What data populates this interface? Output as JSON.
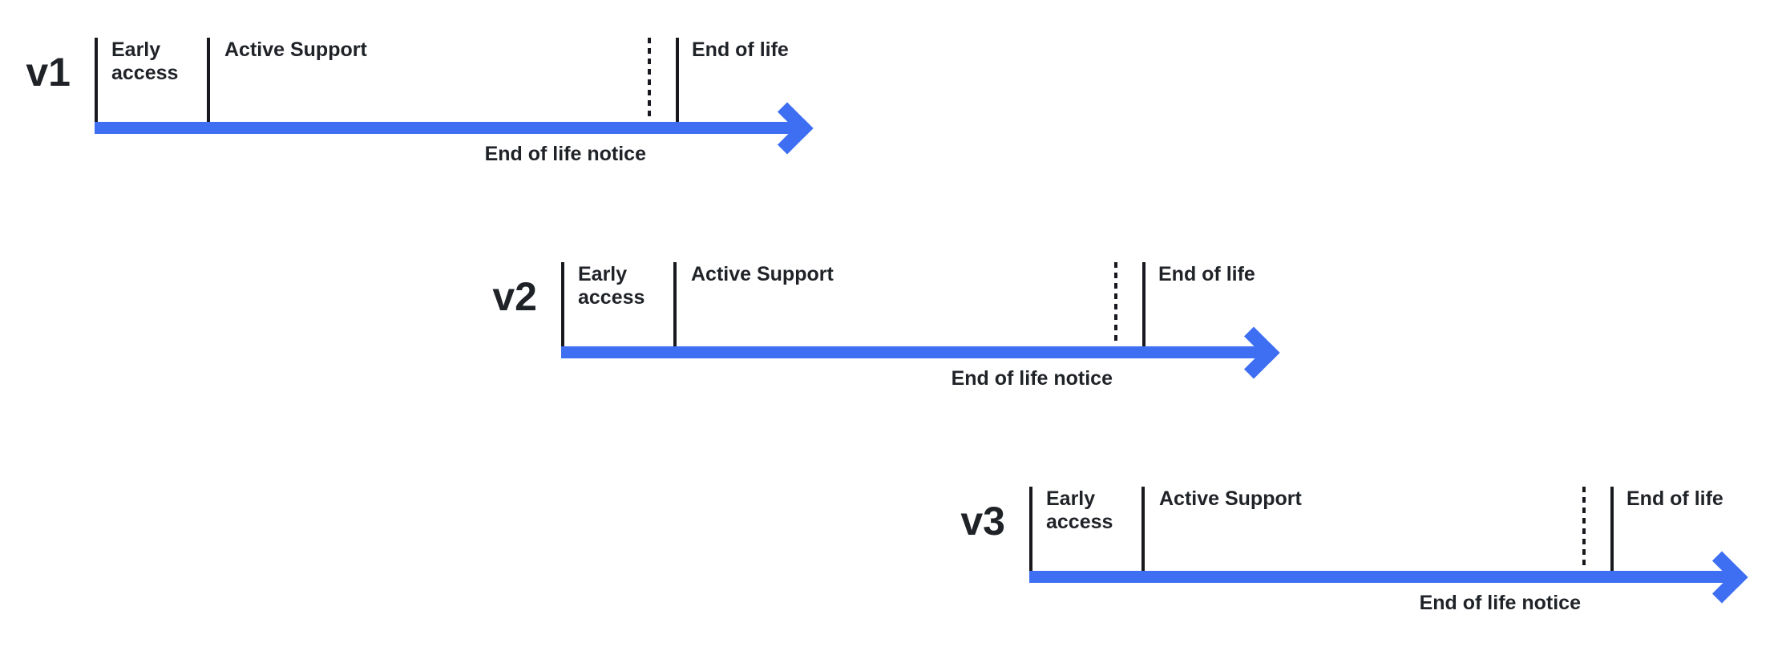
{
  "diagram": {
    "rows": [
      {
        "version": "v1",
        "early_access_label": "Early access",
        "active_support_label": "Active Support",
        "end_of_life_label": "End of life",
        "end_of_life_notice_label": "End of life notice"
      },
      {
        "version": "v2",
        "early_access_label": "Early access",
        "active_support_label": "Active Support",
        "end_of_life_label": "End of life",
        "end_of_life_notice_label": "End of life notice"
      },
      {
        "version": "v3",
        "early_access_label": "Early access",
        "active_support_label": "Active Support",
        "end_of_life_label": "End of life",
        "end_of_life_notice_label": "End of life notice"
      }
    ],
    "colors": {
      "arrow": "#3E6FF2",
      "line": "#17191E",
      "text": "#1F2227",
      "background": "#FFFFFF"
    }
  }
}
